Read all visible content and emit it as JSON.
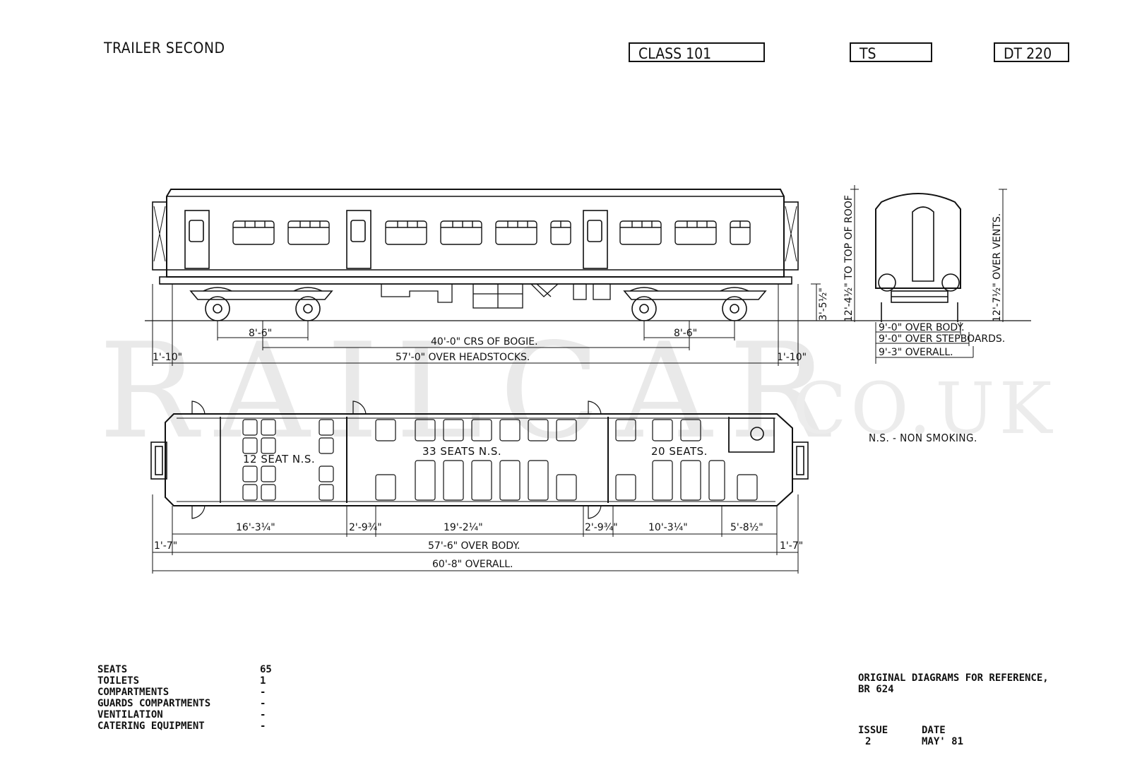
{
  "header": {
    "title": "TRAILER SECOND",
    "class_box": "CLASS 101",
    "type_box": "TS",
    "diagram_box": "DT 220"
  },
  "watermark": {
    "main": "RAILCAR",
    "sub": "CO.UK"
  },
  "side_elevation": {
    "bogie_wheelbase_left": "8'-6\"",
    "bogie_wheelbase_right": "8'-6\"",
    "bogie_centres": "40'-0\" CRS OF BOGIE.",
    "over_headstocks": "57'-0\" OVER HEADSTOCKS.",
    "overhang_left": "1'-10\"",
    "overhang_right": "1'-10\"",
    "headstock_height": "3'-5½\""
  },
  "end_elevation": {
    "to_roof": "12'-4½\" TO TOP OF ROOF",
    "over_vents": "12'-7½\" OVER VENTS.",
    "over_body": "9'-0\" OVER BODY.",
    "over_stepboards": "9'-0\" OVER STEPBOARDS.",
    "overall": "9'-3\" OVERALL."
  },
  "plan": {
    "saloon_1": "12 SEAT N.S.",
    "saloon_2": "33 SEATS N.S.",
    "saloon_3": "20 SEATS.",
    "dim_1": "16'-3¼\"",
    "dim_2": "2'-9¾\"",
    "dim_3": "19'-2¼\"",
    "dim_4": "2'-9¾\"",
    "dim_5": "10'-3¼\"",
    "dim_6": "5'-8½\"",
    "end_left": "1'-7\"",
    "end_right": "1'-7\"",
    "over_body": "57'-6\" OVER BODY.",
    "overall": "60'-8\" OVERALL."
  },
  "note": "N.S. - NON SMOKING.",
  "specs": [
    {
      "label": "SEATS",
      "value": "65"
    },
    {
      "label": "TOILETS",
      "value": "1"
    },
    {
      "label": "COMPARTMENTS",
      "value": "-"
    },
    {
      "label": "GUARDS COMPARTMENTS",
      "value": "-"
    },
    {
      "label": "VENTILATION",
      "value": "-"
    },
    {
      "label": "CATERING EQUIPMENT",
      "value": "-"
    }
  ],
  "reference": {
    "line1": "ORIGINAL DIAGRAMS FOR REFERENCE,",
    "line2": "BR 624"
  },
  "issue": {
    "issue_label": "ISSUE",
    "issue_value": "2",
    "date_label": "DATE",
    "date_value": "MAY' 81"
  }
}
